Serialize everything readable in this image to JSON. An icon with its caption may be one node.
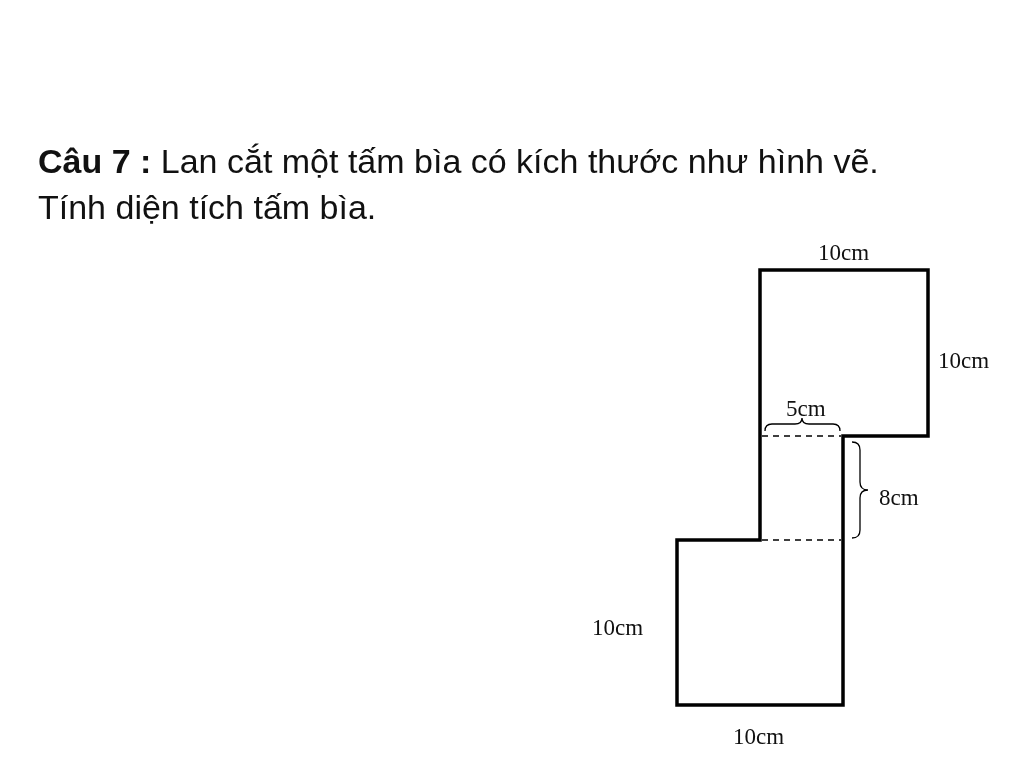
{
  "diagram": {
    "title": "**Câu 7 :** Lan cắt một tấm bìa có kích thước như hình vẽ. Tính diện tích tấm bìa.",
    "labels": [
      "10cm",
      "10cm",
      "5cm",
      "8cm",
      "10cm",
      "10cm"
    ]
  }
}
